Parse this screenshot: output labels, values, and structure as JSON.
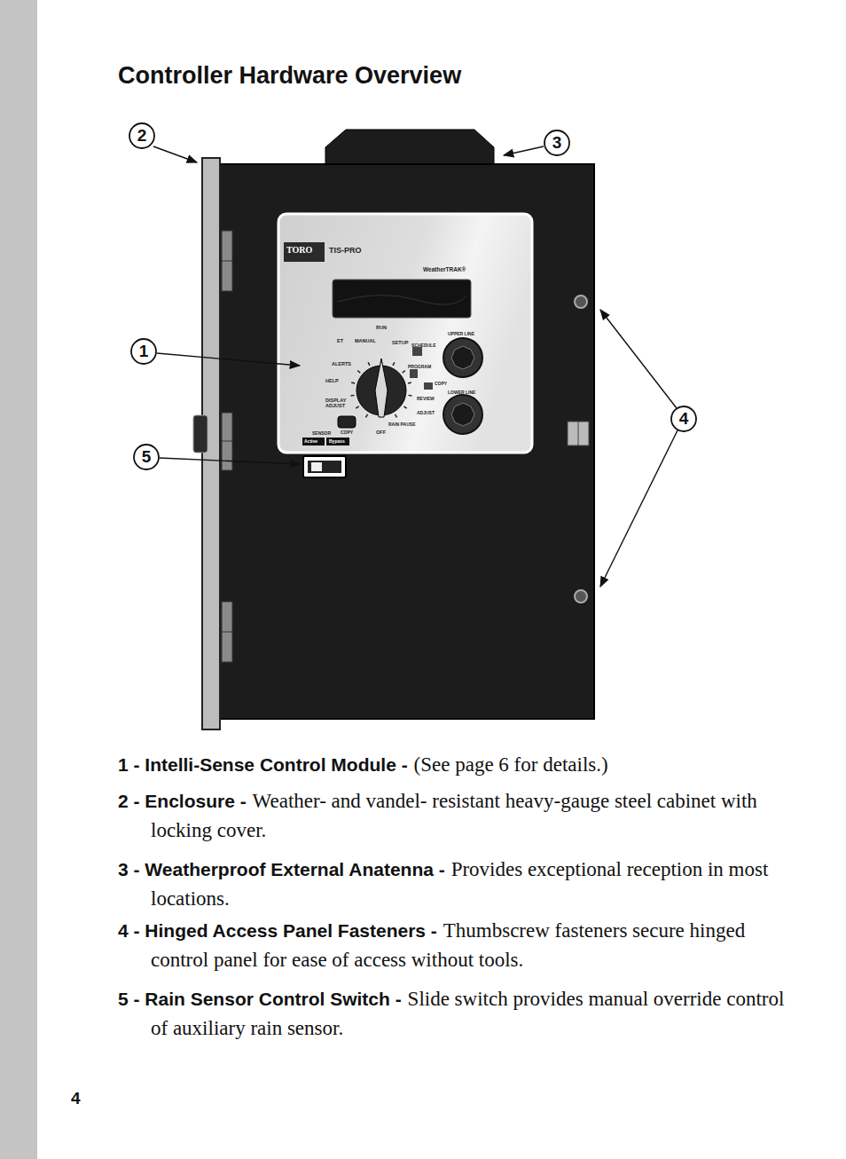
{
  "diagram": {
    "title": "Controller Hardware Overview",
    "nodes": [
      {
        "text": [
          "TORO",
          "TIS-PRO",
          "WeatherTRAK®",
          "RUN",
          "MANUAL",
          "SETUP",
          "SCHEDULE",
          "ET",
          "ALERTS",
          "PROGRAM",
          "HELP",
          "COPY",
          "DISPLAY ADJUST",
          "REVIEW",
          "ADJUST",
          "RAIN PAUSE",
          "OFF",
          "UPPER LINE",
          "LOWER LINE",
          "SENSOR",
          "COPY",
          "Active",
          "Bypass"
        ]
      }
    ],
    "labels": [
      "2",
      "3",
      "1",
      "5",
      "4",
      "1 - Intelli-Sense Control Module -",
      "(See page 6 for details.)",
      "2 - Enclosure -",
      "Weather- and vandel- resistant heavy-gauge steel cabinet with locking cover.",
      "3 - Weatherproof External Anatenna -",
      "Provides exceptional reception in most locations.",
      "4 - Hinged Access Panel Fasteners -",
      "Thumbscrew fasteners secure hinged control panel for ease of access without tools.",
      "5 - Rain Sensor Control Switch -",
      "Slide switch provides manual override control of auxiliary rain sensor.",
      "4"
    ]
  }
}
